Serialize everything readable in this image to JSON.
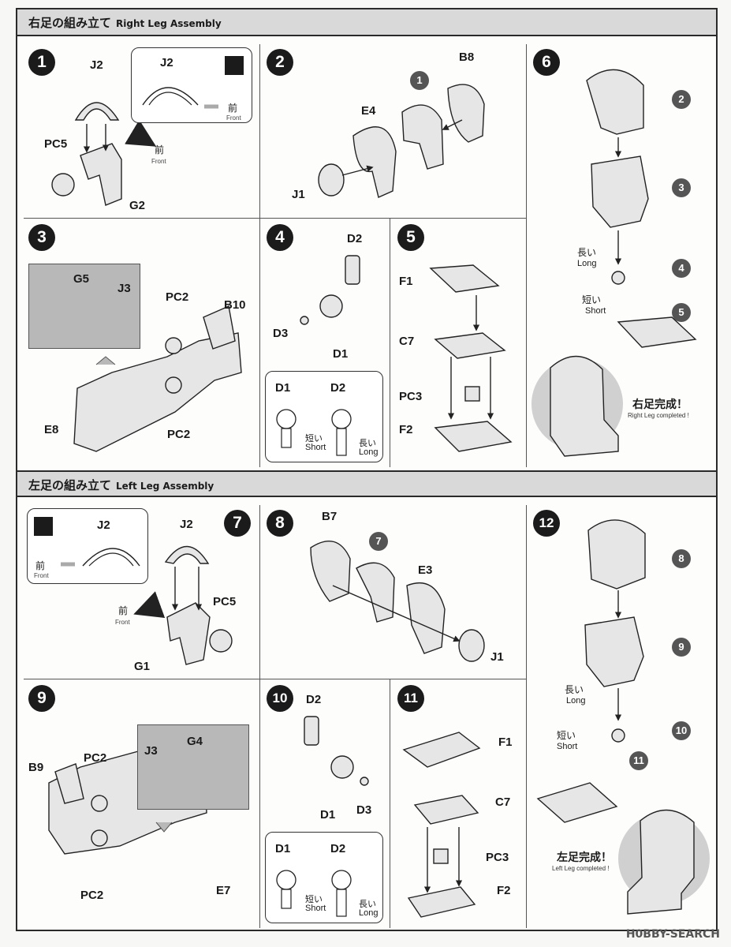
{
  "sections": {
    "right": {
      "title_jp": "右足の組み立て",
      "title_en": "Right Leg Assembly"
    },
    "left": {
      "title_jp": "左足の組み立て",
      "title_en": "Left Leg Assembly"
    }
  },
  "steps": [
    "1",
    "2",
    "3",
    "4",
    "5",
    "6",
    "7",
    "8",
    "9",
    "10",
    "11",
    "12"
  ],
  "refs": [
    "1",
    "2",
    "3",
    "4",
    "5",
    "7",
    "8",
    "9",
    "10",
    "11"
  ],
  "parts": {
    "J2": "J2",
    "PC5": "PC5",
    "G2": "G2",
    "G1": "G1",
    "B8": "B8",
    "B7": "B7",
    "E4": "E4",
    "E3": "E3",
    "J1": "J1",
    "G5": "G5",
    "G4": "G4",
    "J3": "J3",
    "PC2": "PC2",
    "B10": "B10",
    "B9": "B9",
    "E8": "E8",
    "E7": "E7",
    "D1": "D1",
    "D2": "D2",
    "D3": "D3",
    "F1": "F1",
    "C7": "C7",
    "PC3": "PC3",
    "F2": "F2"
  },
  "labels": {
    "front_jp": "前",
    "front_en": "Front",
    "short_jp": "短い",
    "short_en": "Short",
    "long_jp": "長い",
    "long_en": "Long"
  },
  "completion": {
    "right_jp": "右足完成！",
    "right_en": "Right Leg completed !",
    "left_jp": "左足完成！",
    "left_en": "Left Leg completed !"
  },
  "watermark": "H0BBY-SEARCH",
  "colors": {
    "badge": "#1b1b1b",
    "ref_badge": "#555555",
    "part_fill": "#e6e6e6",
    "header_bg": "#d9d9d9",
    "callout_bg": "#b8b8b8"
  }
}
